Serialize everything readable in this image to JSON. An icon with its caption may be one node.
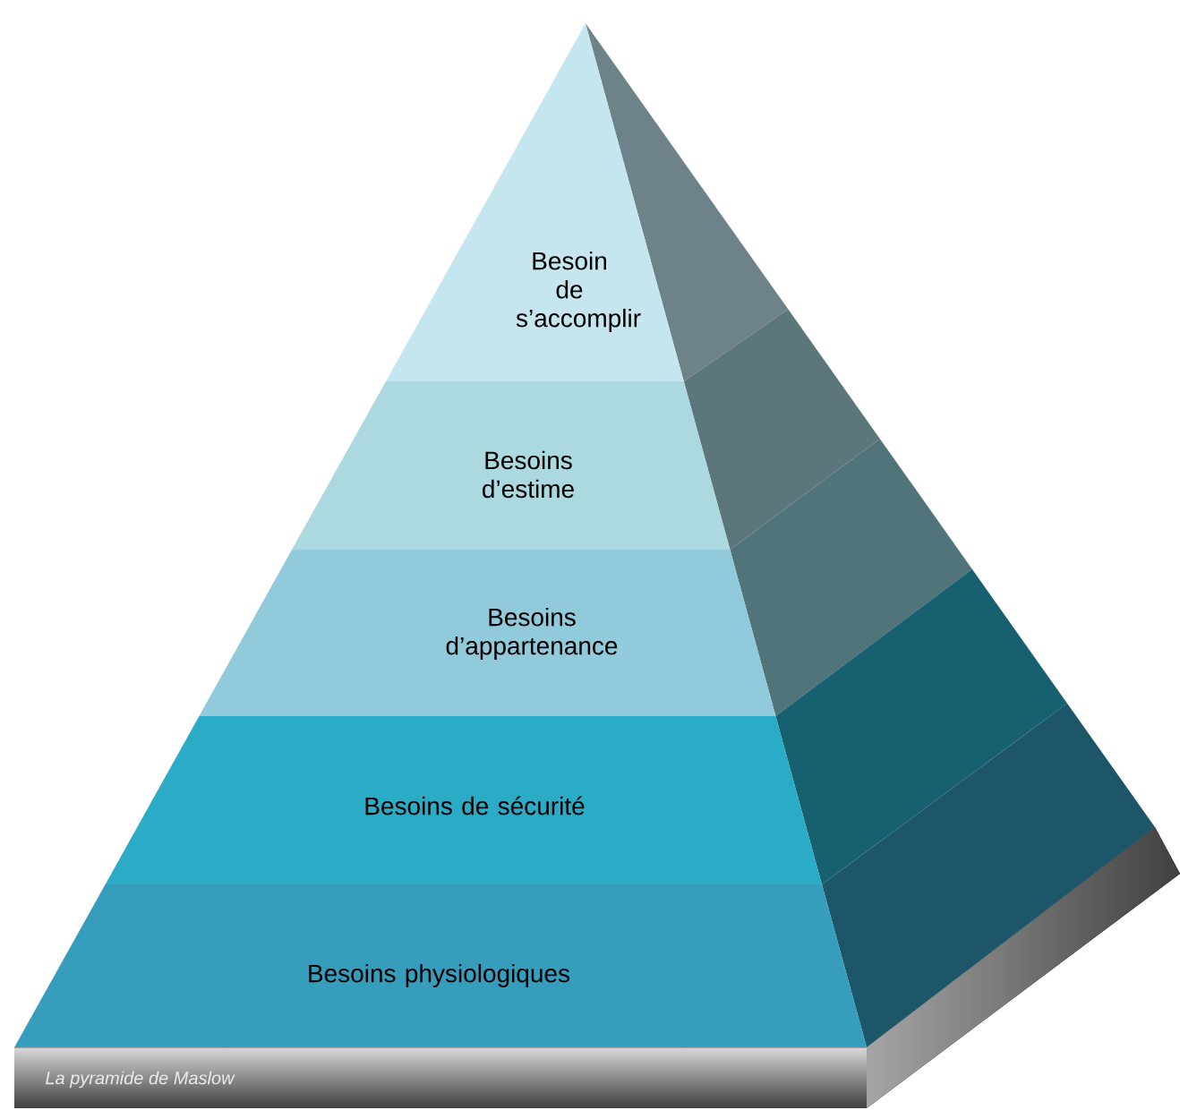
{
  "diagram": {
    "caption": "La pyramide de Maslow",
    "nodes": [
      {
        "text": [
          "Besoin de s’accomplir"
        ]
      },
      {
        "text": [
          "Besoins d’estime"
        ]
      },
      {
        "text": [
          "Besoins d’appartenance"
        ]
      },
      {
        "text": [
          "Besoins de sécurité"
        ]
      },
      {
        "text": [
          "Besoins physiologiques"
        ]
      }
    ]
  }
}
